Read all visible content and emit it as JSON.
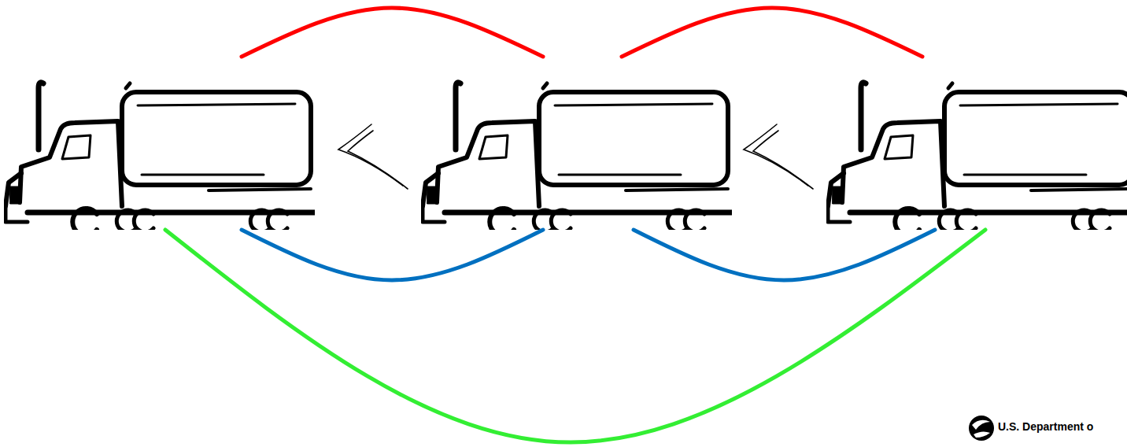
{
  "diagram": {
    "nodes": [
      {
        "text": []
      },
      {
        "text": []
      },
      {
        "text": []
      }
    ],
    "edges": [
      {
        "from": 0,
        "to": 1,
        "arrow": "none"
      },
      {
        "from": 1,
        "to": 2,
        "arrow": "none"
      },
      {
        "from": 0,
        "to": 1,
        "arrow": "none"
      },
      {
        "from": 1,
        "to": 2,
        "arrow": "none"
      },
      {
        "from": 0,
        "to": 2,
        "arrow": "none"
      }
    ],
    "labels": [
      "U.S. Department o"
    ]
  }
}
